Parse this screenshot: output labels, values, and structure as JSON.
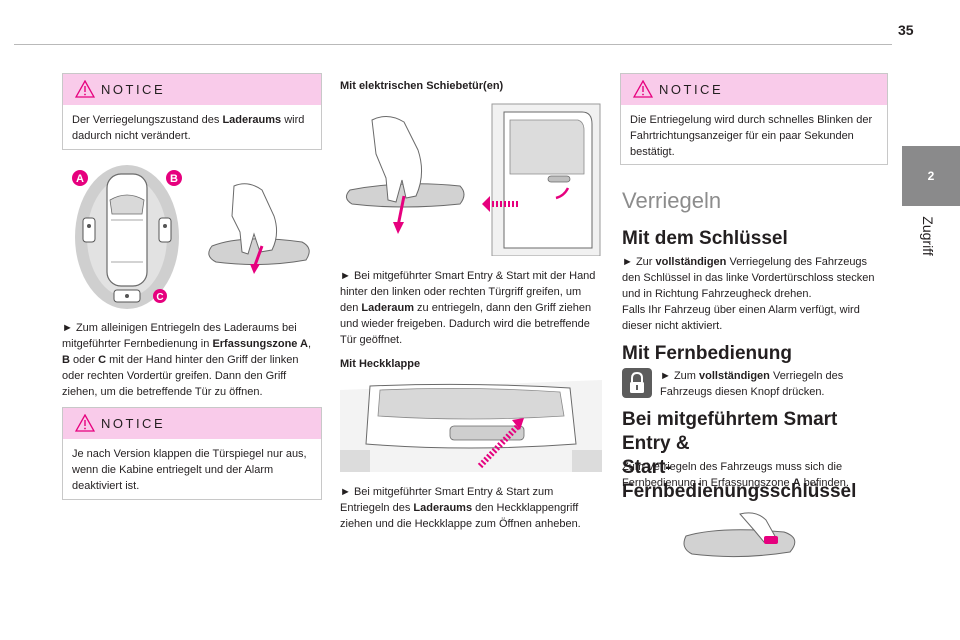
{
  "page": {
    "number": "35",
    "section_number": "2",
    "section_label": "Zugriff"
  },
  "colors": {
    "notice_header": "#f9cbea",
    "accent_magenta": "#e6007e",
    "section_tab": "#8a8a8b",
    "heading_light": "#8c8c8c"
  },
  "notice_label": "NOTICE",
  "col1": {
    "notice1": {
      "pre": "Der Verriegelungszustand des ",
      "b1": "Laderaums",
      "post": " wird dadurch nicht verändert."
    },
    "zone_labels": {
      "a": "A",
      "b": "B",
      "c": "C"
    },
    "para1": {
      "pre": "► Zum alleinigen Entriegeln des Laderaums bei mitgeführter Fernbedienung in ",
      "b1": "Erfassungszone A",
      "mid1": ", ",
      "b2": "B",
      "mid2": " oder ",
      "b3": "C",
      "post": " mit der Hand hinter den Griff der linken oder rechten Vordertür greifen. Dann den Griff ziehen, um die betreffende Tür zu öffnen."
    },
    "notice2": {
      "text": "Je nach Version klappen die Türspiegel nur aus, wenn die Kabine entriegelt und der Alarm deaktiviert ist."
    }
  },
  "col2": {
    "heading1": "Mit elektrischen Schiebetür(en)",
    "para1": {
      "pre": "► Bei mitgeführter Smart Entry & Start mit der Hand hinter den linken oder rechten Türgriff greifen, um den ",
      "b1": "Laderaum",
      "post": " zu entriegeln, dann den Griff ziehen und wieder freigeben. Dadurch wird die betreffende Tür geöffnet."
    },
    "heading2": "Mit Heckklappe",
    "para2": {
      "pre": "► Bei mitgeführter Smart Entry & Start zum Entriegeln des ",
      "b1": "Laderaums",
      "post": " den Heckklappengriff ziehen und die Heckklappe zum Öffnen anheben."
    }
  },
  "col3": {
    "notice": {
      "text": "Die Entriegelung wird durch schnelles Blinken der Fahrtrichtungsanzeiger für ein paar Sekunden bestätigt."
    },
    "title": "Verriegeln",
    "h1": "Mit dem Schlüssel",
    "para1": {
      "pre": "► Zur ",
      "b1": "vollständigen",
      "post": " Verriegelung des Fahrzeugs den Schlüssel in das linke Vordertürschloss stecken und in Richtung Fahrzeugheck drehen."
    },
    "para2": "Falls Ihr Fahrzeug über einen Alarm verfügt, wird dieser nicht aktiviert.",
    "h2": "Mit Fernbedienung",
    "para3": {
      "pre": "► Zum ",
      "b1": "vollständigen",
      "post": " Verriegeln des Fahrzeugs diesen Knopf drücken."
    },
    "h3_line1": "Bei mitgeführtem Smart Entry &",
    "h3_line2": "Start-Fernbedienungsschlüssel",
    "para4": {
      "pre": "Zum Verriegeln des Fahrzeugs muss sich die Fernbedienung in Erfassungszone ",
      "b1": "A",
      "post": " befinden."
    }
  }
}
